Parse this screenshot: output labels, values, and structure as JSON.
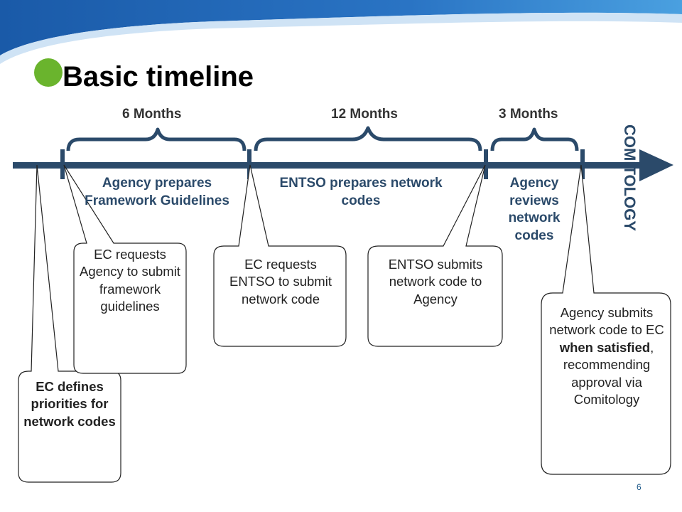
{
  "title": "Basic timeline",
  "headers": [
    "6 Months",
    "12 Months",
    "3 Months"
  ],
  "phases": [
    "Agency prepares Framework Guidelines",
    "ENTSO prepares network codes",
    "Agency reviews network codes"
  ],
  "comitology": "COMITOLOGY",
  "callouts": {
    "ec_defines": "EC defines priorities for network codes",
    "ec_requests_agency": "EC requests Agency to submit framework guidelines",
    "ec_requests_entso": "EC requests ENTSO to submit network code",
    "entso_submits": "ENTSO submits network code to Agency",
    "agency_submits_pre": "Agency submits network code to EC ",
    "agency_submits_bold": "when satisfied",
    "agency_submits_post": ", recommending approval via Comitology"
  },
  "page_number": "6",
  "colors": {
    "timeline": "#2b4a6a",
    "header_band": "#1f5fa8",
    "bullet": "#6ab42d"
  }
}
